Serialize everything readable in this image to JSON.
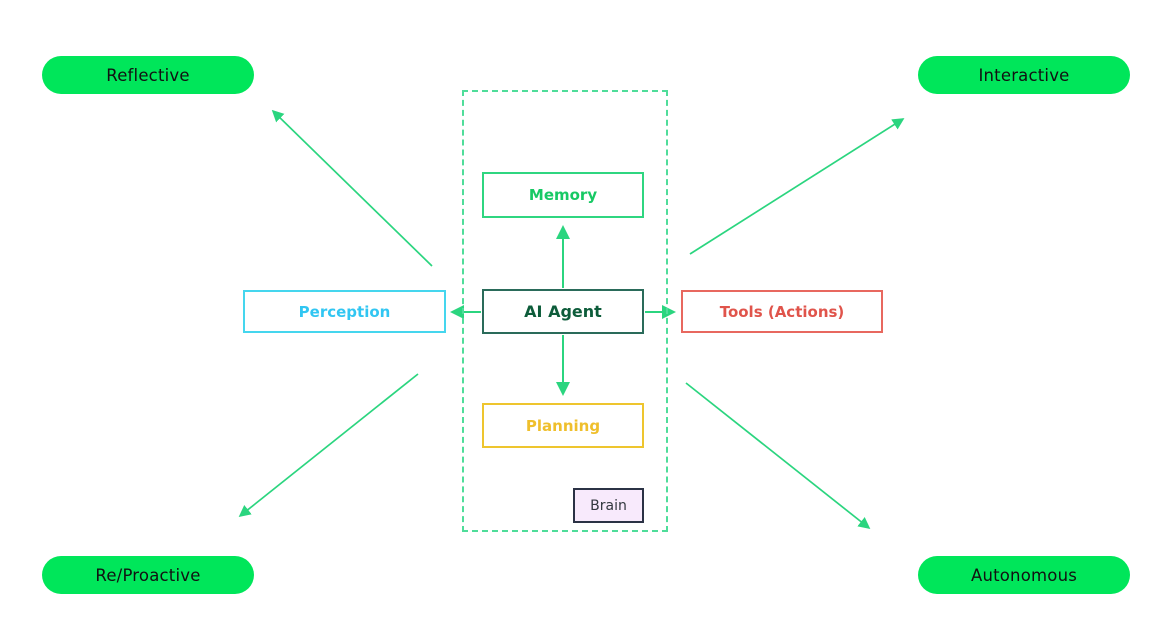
{
  "diagram": {
    "title": "AI Agent architecture diagram",
    "background_color": "#ffffff",
    "accent_color": "#00e65a"
  },
  "pills": [
    {
      "id": "reflective",
      "label": "Reflective",
      "corner": "top-left",
      "fill": "#00e65a",
      "text_color": "#111111"
    },
    {
      "id": "interactive",
      "label": "Interactive",
      "corner": "top-right",
      "fill": "#00e65a",
      "text_color": "#111111"
    },
    {
      "id": "reproactive",
      "label": "Re/Proactive",
      "corner": "bottom-left",
      "fill": "#00e65a",
      "text_color": "#111111"
    },
    {
      "id": "autonomous",
      "label": "Autonomous",
      "corner": "bottom-right",
      "fill": "#00e65a",
      "text_color": "#111111"
    }
  ],
  "agent_container": {
    "border_style": "dashed",
    "border_color": "#4fdd9a"
  },
  "nodes": [
    {
      "id": "memory",
      "label": "Memory",
      "border_color": "#2fd680",
      "text_color": "#17c964",
      "fill": "#ffffff"
    },
    {
      "id": "ai_agent",
      "label": "AI Agent",
      "border_color": "#2a6b5a",
      "text_color": "#0d5c3a",
      "fill": "#ffffff"
    },
    {
      "id": "planning",
      "label": "Planning",
      "border_color": "#eec52e",
      "text_color": "#efbf2c",
      "fill": "#ffffff"
    },
    {
      "id": "perception",
      "label": "Perception",
      "border_color": "#45d6ee",
      "text_color": "#31c6f2",
      "fill": "#ffffff"
    },
    {
      "id": "tools",
      "label": "Tools (Actions)",
      "border_color": "#e8685f",
      "text_color": "#e0544b",
      "fill": "#ffffff"
    },
    {
      "id": "brain",
      "label": "Brain",
      "border_color": "#2b3245",
      "text_color": "#33383f",
      "fill": "#f8eafc"
    }
  ],
  "connections": [
    {
      "id": "agent-to-memory",
      "from": "ai_agent",
      "to": "memory",
      "color": "#2bd57f",
      "direction": "up"
    },
    {
      "id": "agent-to-planning",
      "from": "ai_agent",
      "to": "planning",
      "color": "#2bd57f",
      "direction": "down"
    },
    {
      "id": "agent-to-perception",
      "from": "ai_agent",
      "to": "perception",
      "color": "#2bd57f",
      "direction": "left"
    },
    {
      "id": "agent-to-tools",
      "from": "ai_agent",
      "to": "tools",
      "color": "#2bd57f",
      "direction": "right"
    },
    {
      "id": "agent-to-reflective",
      "from": "agent_container",
      "to": "reflective",
      "color": "#2bd57f",
      "direction": "up-left"
    },
    {
      "id": "agent-to-interactive",
      "from": "agent_container",
      "to": "interactive",
      "color": "#2bd57f",
      "direction": "up-right"
    },
    {
      "id": "agent-to-reproactive",
      "from": "agent_container",
      "to": "reproactive",
      "color": "#2bd57f",
      "direction": "down-left"
    },
    {
      "id": "agent-to-autonomous",
      "from": "agent_container",
      "to": "autonomous",
      "color": "#2bd57f",
      "direction": "down-right"
    }
  ]
}
